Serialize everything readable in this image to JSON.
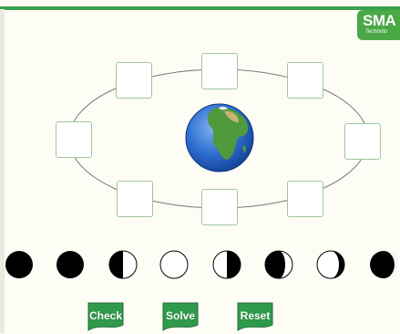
{
  "logo": {
    "line1": "SMA",
    "line2": "Technolo"
  },
  "buttons": {
    "check": "Check",
    "solve": "Solve",
    "reset": "Reset"
  },
  "colors": {
    "accent": "#3aa14a",
    "button": "#2f9a4c",
    "slot_border": "#9fc69b",
    "background": "#fdfdf6"
  },
  "orbit": {
    "slot_count": 8,
    "center_icon": "earth-icon"
  },
  "moon_phases": [
    "full-dark",
    "full-dark",
    "first-quarter",
    "full-light",
    "last-quarter",
    "first-quarter-dark",
    "waning-crescent",
    "full-dark-crescent"
  ]
}
